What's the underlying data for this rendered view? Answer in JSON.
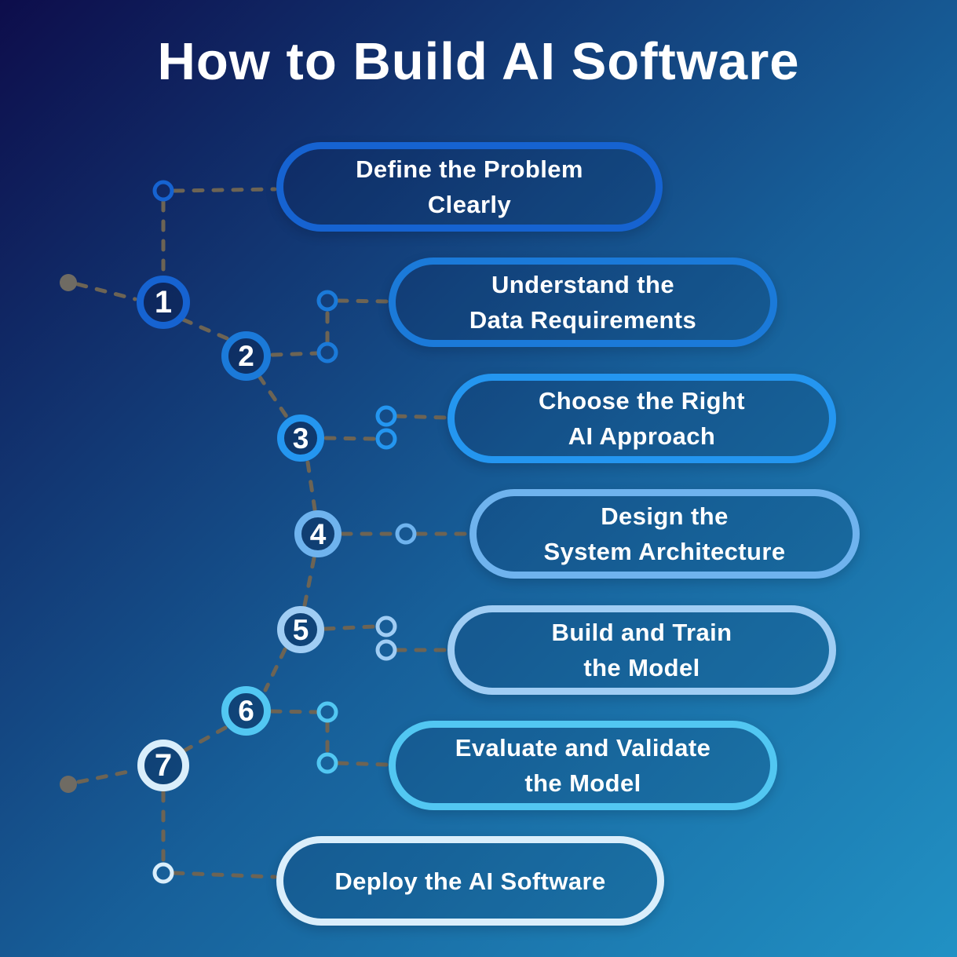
{
  "title": "How to Build AI Software",
  "colors": {
    "bg_top_left": "#0d0d4b",
    "bg_mid": "#17609a",
    "bg_bottom_right": "#2191c4",
    "connector": "#6d6454",
    "endpoint_dot": "#6f6b63",
    "text": "#ffffff"
  },
  "steps": [
    {
      "number": "1",
      "label": "Define the Problem Clearly",
      "lines": [
        "Define the Problem",
        "Clearly"
      ],
      "accent": "#1663d1"
    },
    {
      "number": "2",
      "label": "Understand the Data Requirements",
      "lines": [
        "Understand the",
        "Data Requirements"
      ],
      "accent": "#1b7ad9"
    },
    {
      "number": "3",
      "label": "Choose the Right AI Approach",
      "lines": [
        "Choose the Right",
        "AI Approach"
      ],
      "accent": "#2496f0"
    },
    {
      "number": "4",
      "label": "Design the System Architecture",
      "lines": [
        "Design the",
        "System Architecture"
      ],
      "accent": "#6fb3ee"
    },
    {
      "number": "5",
      "label": "Build and Train the Model",
      "lines": [
        "Build and Train",
        "the Model"
      ],
      "accent": "#a0cdf4"
    },
    {
      "number": "6",
      "label": "Evaluate and Validate the Model",
      "lines": [
        "Evaluate and Validate",
        "the Model"
      ],
      "accent": "#52c7f2"
    },
    {
      "number": "7",
      "label": "Deploy the AI Software",
      "lines": [
        "Deploy the AI Software"
      ],
      "accent": "#daeefb"
    }
  ]
}
